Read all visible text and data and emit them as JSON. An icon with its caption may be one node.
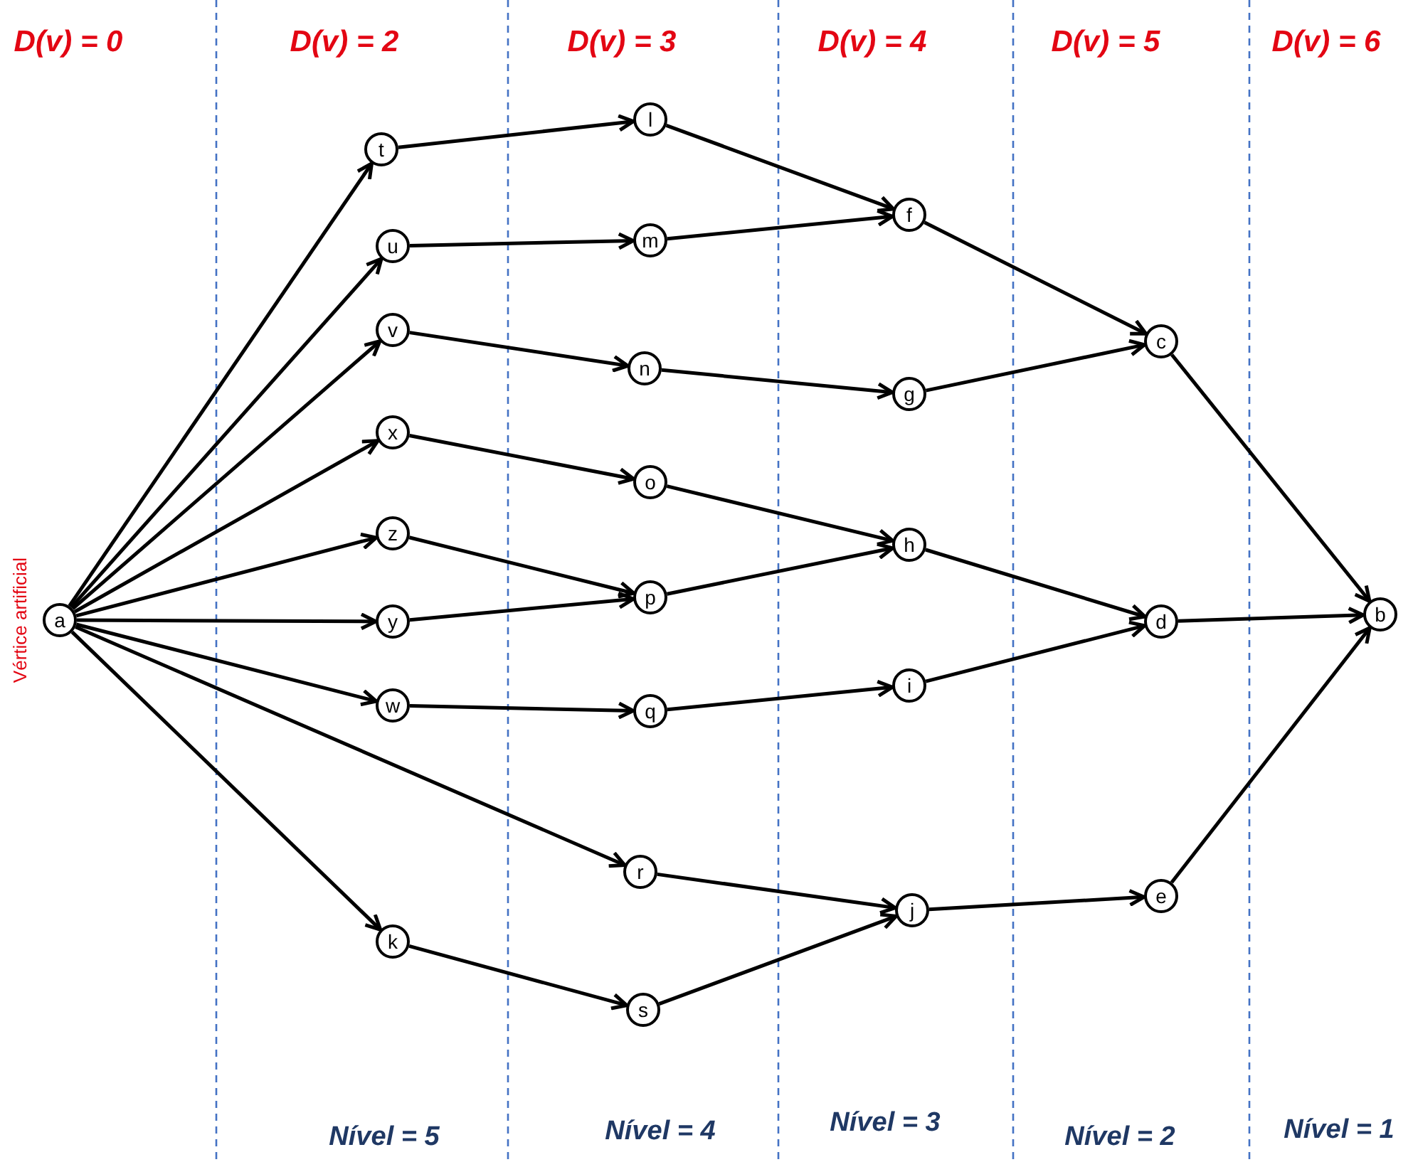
{
  "diagram": {
    "nodes": [
      {
        "text": [
          "a"
        ],
        "beside": [
          "Vértice artificial"
        ]
      },
      {
        "text": [
          "t"
        ]
      },
      {
        "text": [
          "u"
        ]
      },
      {
        "text": [
          "v"
        ]
      },
      {
        "text": [
          "x"
        ]
      },
      {
        "text": [
          "z"
        ]
      },
      {
        "text": [
          "y"
        ]
      },
      {
        "text": [
          "w"
        ]
      },
      {
        "text": [
          "k"
        ]
      },
      {
        "text": [
          "l"
        ]
      },
      {
        "text": [
          "m"
        ]
      },
      {
        "text": [
          "n"
        ]
      },
      {
        "text": [
          "o"
        ]
      },
      {
        "text": [
          "p"
        ]
      },
      {
        "text": [
          "q"
        ]
      },
      {
        "text": [
          "r"
        ]
      },
      {
        "text": [
          "s"
        ]
      },
      {
        "text": [
          "f"
        ]
      },
      {
        "text": [
          "g"
        ]
      },
      {
        "text": [
          "h"
        ]
      },
      {
        "text": [
          "i"
        ]
      },
      {
        "text": [
          "j"
        ]
      },
      {
        "text": [
          "c"
        ]
      },
      {
        "text": [
          "d"
        ]
      },
      {
        "text": [
          "e"
        ]
      },
      {
        "text": [
          "b"
        ]
      }
    ],
    "edges": [
      {
        "from": 0,
        "to": 1,
        "arrow": "to"
      },
      {
        "from": 0,
        "to": 2,
        "arrow": "to"
      },
      {
        "from": 0,
        "to": 3,
        "arrow": "to"
      },
      {
        "from": 0,
        "to": 4,
        "arrow": "to"
      },
      {
        "from": 0,
        "to": 5,
        "arrow": "to"
      },
      {
        "from": 0,
        "to": 6,
        "arrow": "to"
      },
      {
        "from": 0,
        "to": 7,
        "arrow": "to"
      },
      {
        "from": 0,
        "to": 15,
        "arrow": "to"
      },
      {
        "from": 0,
        "to": 8,
        "arrow": "to"
      },
      {
        "from": 1,
        "to": 9,
        "arrow": "to"
      },
      {
        "from": 2,
        "to": 10,
        "arrow": "to"
      },
      {
        "from": 3,
        "to": 11,
        "arrow": "to"
      },
      {
        "from": 4,
        "to": 12,
        "arrow": "to"
      },
      {
        "from": 5,
        "to": 13,
        "arrow": "to"
      },
      {
        "from": 6,
        "to": 13,
        "arrow": "to"
      },
      {
        "from": 7,
        "to": 14,
        "arrow": "to"
      },
      {
        "from": 8,
        "to": 16,
        "arrow": "to"
      },
      {
        "from": 9,
        "to": 17,
        "arrow": "to"
      },
      {
        "from": 10,
        "to": 17,
        "arrow": "to"
      },
      {
        "from": 11,
        "to": 18,
        "arrow": "to"
      },
      {
        "from": 12,
        "to": 19,
        "arrow": "to"
      },
      {
        "from": 13,
        "to": 19,
        "arrow": "to"
      },
      {
        "from": 14,
        "to": 20,
        "arrow": "to"
      },
      {
        "from": 15,
        "to": 21,
        "arrow": "to"
      },
      {
        "from": 16,
        "to": 21,
        "arrow": "to"
      },
      {
        "from": 17,
        "to": 22,
        "arrow": "to"
      },
      {
        "from": 18,
        "to": 22,
        "arrow": "to"
      },
      {
        "from": 19,
        "to": 23,
        "arrow": "to"
      },
      {
        "from": 20,
        "to": 23,
        "arrow": "to"
      },
      {
        "from": 21,
        "to": 24,
        "arrow": "to"
      },
      {
        "from": 22,
        "to": 25,
        "arrow": "to"
      },
      {
        "from": 23,
        "to": 25,
        "arrow": "to"
      },
      {
        "from": 24,
        "to": 25,
        "arrow": "to"
      }
    ],
    "labels": [
      "D(v) = 0",
      "D(v) = 2",
      "D(v) = 3",
      "D(v) = 4",
      "D(v) = 5",
      "D(v) = 6",
      "Nível = 5",
      "Nível = 4",
      "Nível = 3",
      "Nível = 2",
      "Nível = 1"
    ]
  }
}
